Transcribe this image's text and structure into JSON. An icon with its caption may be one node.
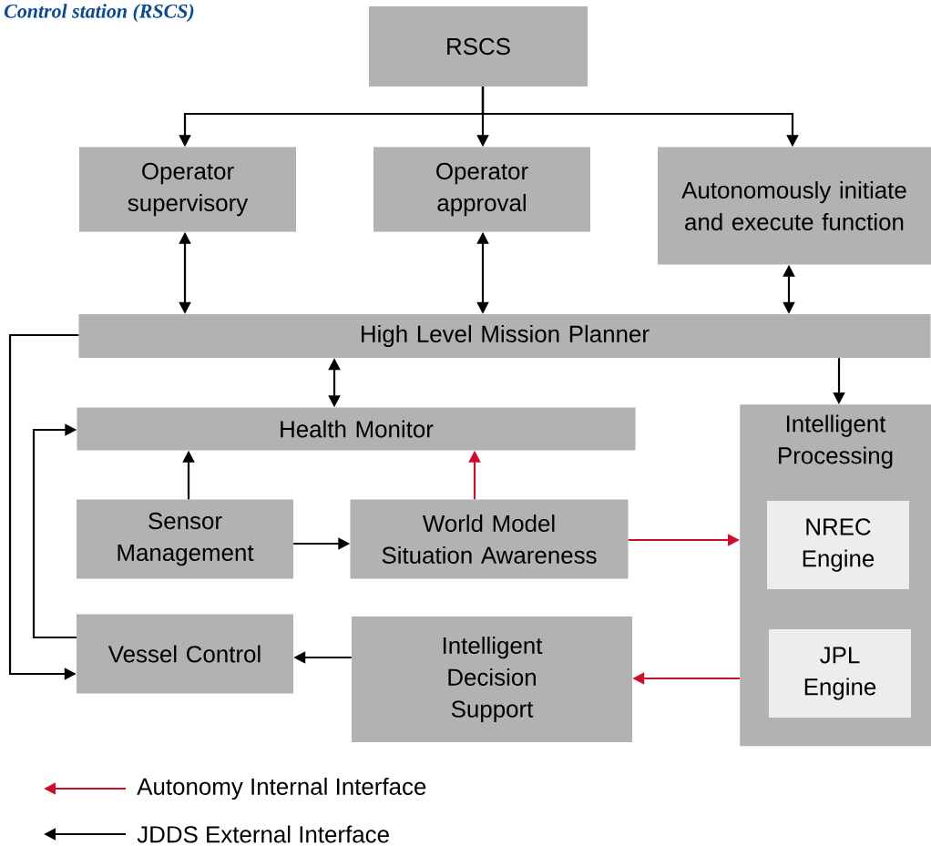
{
  "diagram": {
    "title": "Control station (RSCS)",
    "nodes": [
      {
        "text": [
          "RSCS"
        ]
      },
      {
        "text": [
          "Operator supervisory"
        ]
      },
      {
        "text": [
          "Operator approval"
        ]
      },
      {
        "text": [
          "Autonomously initiate and execute function"
        ]
      },
      {
        "text": [
          "High Level Mission Planner"
        ]
      },
      {
        "text": [
          "Health Monitor"
        ]
      },
      {
        "text": [
          "Sensor Management"
        ]
      },
      {
        "text": [
          "World Model Situation Awareness"
        ]
      },
      {
        "text": [
          "Intelligent Processing"
        ]
      },
      {
        "text": [
          "NREC Engine"
        ],
        "in": 8
      },
      {
        "text": [
          "JPL Engine"
        ],
        "in": 8
      },
      {
        "text": [
          "Vessel Control"
        ]
      },
      {
        "text": [
          "Intelligent Decision Support"
        ]
      }
    ],
    "edges": [
      {
        "from": 0,
        "to": 1,
        "arrow": "to"
      },
      {
        "from": 0,
        "to": 2,
        "arrow": "to"
      },
      {
        "from": 0,
        "to": 3,
        "arrow": "to"
      },
      {
        "from": 1,
        "to": 4,
        "arrow": "both"
      },
      {
        "from": 2,
        "to": 4,
        "arrow": "both"
      },
      {
        "from": 3,
        "to": 4,
        "arrow": "both"
      },
      {
        "from": 4,
        "to": 8,
        "arrow": "to"
      },
      {
        "from": 4,
        "to": 5,
        "arrow": "both"
      },
      {
        "from": 6,
        "to": 5,
        "arrow": "to"
      },
      {
        "from": 7,
        "to": 5,
        "arrow": "to",
        "color": "#c8102e"
      },
      {
        "from": 6,
        "to": 7,
        "arrow": "to"
      },
      {
        "from": 7,
        "to": 8,
        "arrow": "to",
        "color": "#c8102e"
      },
      {
        "from": 8,
        "to": 12,
        "arrow": "to",
        "color": "#c8102e"
      },
      {
        "from": 12,
        "to": 11,
        "arrow": "to"
      },
      {
        "from": 11,
        "to": 5,
        "arrow": "to"
      },
      {
        "from": 4,
        "to": 11,
        "arrow": "to"
      }
    ],
    "legend": [
      {
        "text": "Autonomy Internal Interface",
        "color": "#c8102e"
      },
      {
        "text": "JDDS External Interface",
        "color": "#000000"
      }
    ]
  }
}
